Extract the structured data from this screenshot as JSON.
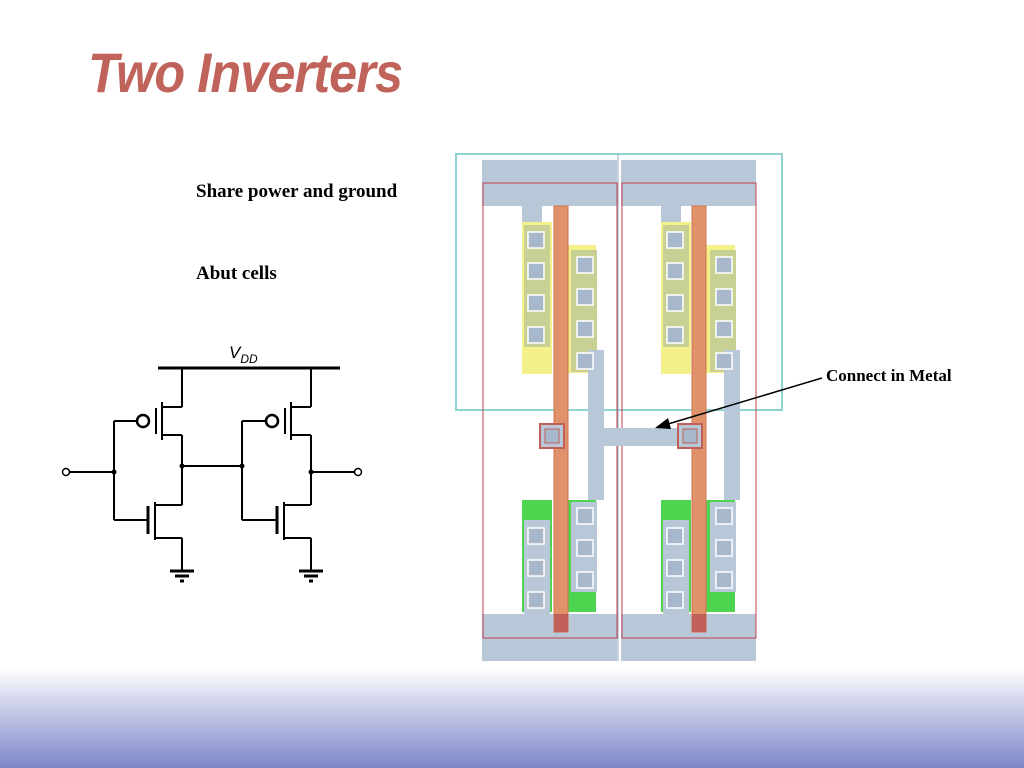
{
  "slide": {
    "title": "Two Inverters",
    "bullets": [
      "Share power and ground",
      "Abut cells"
    ],
    "callout": "Connect in Metal"
  },
  "schematic": {
    "vdd_label": "V",
    "vdd_subscript": "DD"
  },
  "colors": {
    "title": "#c0635a",
    "metal": "#b8c8d8",
    "poly": "#e0926a",
    "pdiff": "#f4f08a",
    "ndiff": "#4fd44f",
    "nwell": "#8fd3d3",
    "cell_boundary": "#c04050",
    "footer": "#7d86c9"
  }
}
